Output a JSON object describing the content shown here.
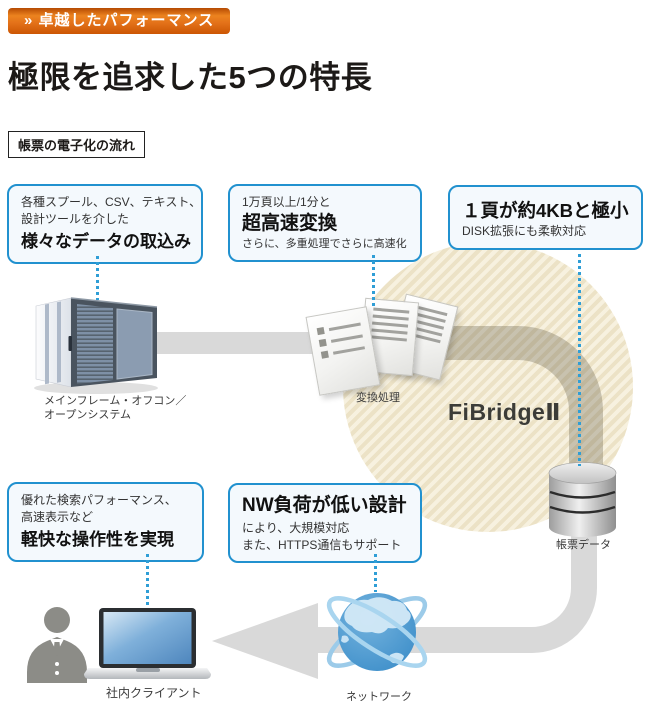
{
  "header": {
    "badge": "» 卓越したパフォーマンス",
    "title": "極限を追求した5つの特長",
    "flow_caption": "帳票の電子化の流れ"
  },
  "callouts": {
    "intake": {
      "line1": "各種スプール、CSV、テキスト、",
      "line2": "設計ツールを介した",
      "strong": "様々なデータの取込み"
    },
    "conversion_speed": {
      "line1": "1万頁以上/1分と",
      "strong": "超高速変換",
      "line2": "さらに、多重処理でさらに高速化"
    },
    "page_size": {
      "strong": "１頁が約4KBと極小",
      "line1": "DISK拡張にも柔軟対応"
    },
    "operability": {
      "line1": "優れた検索パフォーマンス、",
      "line2": "高速表示など",
      "strong": "軽快な操作性を実現"
    },
    "network_load": {
      "strong": "NW負荷が低い設計",
      "line1": "により、大規模対応",
      "line2": "また、HTTPS通信もサポート"
    }
  },
  "diagram": {
    "product_name": "FiBridgeⅡ",
    "labels": {
      "mainframe_line1": "メインフレーム・オフコン／",
      "mainframe_line2": "オープンシステム",
      "conversion": "変換処理",
      "database": "帳票データ",
      "client": "社内クライアント",
      "network": "ネットワーク"
    }
  },
  "colors": {
    "badge_orange": "#e4731a",
    "callout_border": "#2191cf",
    "dotted_blue": "#2f9ed6",
    "flow_band_gray": "#d9d9d9",
    "circle_beige": "#ece2c6",
    "globe_blue": "#4795d0"
  }
}
